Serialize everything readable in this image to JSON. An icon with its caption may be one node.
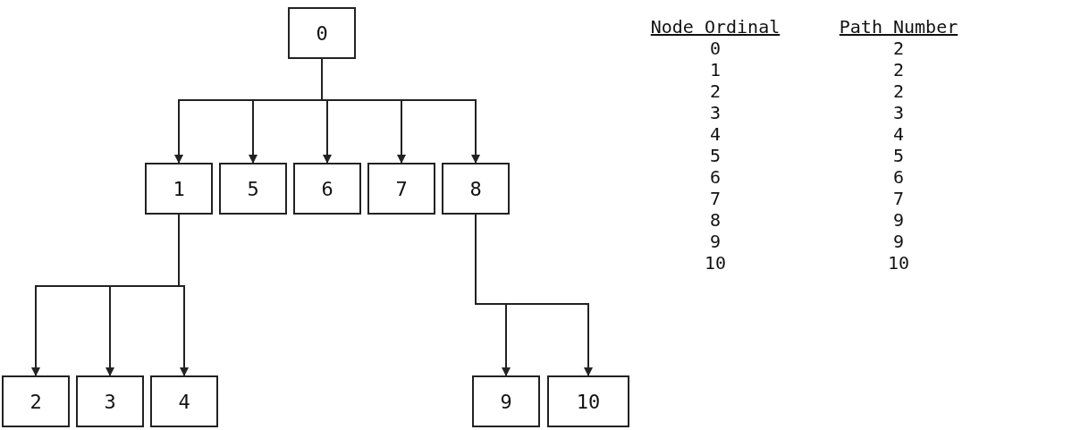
{
  "diagram": {
    "nodes": [
      {
        "text": [
          "0"
        ]
      },
      {
        "text": [
          "1"
        ]
      },
      {
        "text": [
          "5"
        ]
      },
      {
        "text": [
          "6"
        ]
      },
      {
        "text": [
          "7"
        ]
      },
      {
        "text": [
          "8"
        ]
      },
      {
        "text": [
          "2"
        ]
      },
      {
        "text": [
          "3"
        ]
      },
      {
        "text": [
          "4"
        ]
      },
      {
        "text": [
          "9"
        ]
      },
      {
        "text": [
          "10"
        ]
      }
    ],
    "edges": [
      {
        "from": 0,
        "to": 1,
        "arrow": "to"
      },
      {
        "from": 0,
        "to": 2,
        "arrow": "to"
      },
      {
        "from": 0,
        "to": 3,
        "arrow": "to"
      },
      {
        "from": 0,
        "to": 4,
        "arrow": "to"
      },
      {
        "from": 0,
        "to": 5,
        "arrow": "to"
      },
      {
        "from": 1,
        "to": 6,
        "arrow": "to"
      },
      {
        "from": 1,
        "to": 7,
        "arrow": "to"
      },
      {
        "from": 1,
        "to": 8,
        "arrow": "to"
      },
      {
        "from": 5,
        "to": 9,
        "arrow": "to"
      },
      {
        "from": 5,
        "to": 10,
        "arrow": "to"
      }
    ],
    "labels": [
      "Node Ordinal",
      "Path Number",
      "0",
      "2",
      "1",
      "2",
      "2",
      "2",
      "3",
      "3",
      "4",
      "4",
      "5",
      "5",
      "6",
      "6",
      "7",
      "7",
      "8",
      "9",
      "9",
      "9",
      "10",
      "10"
    ]
  }
}
